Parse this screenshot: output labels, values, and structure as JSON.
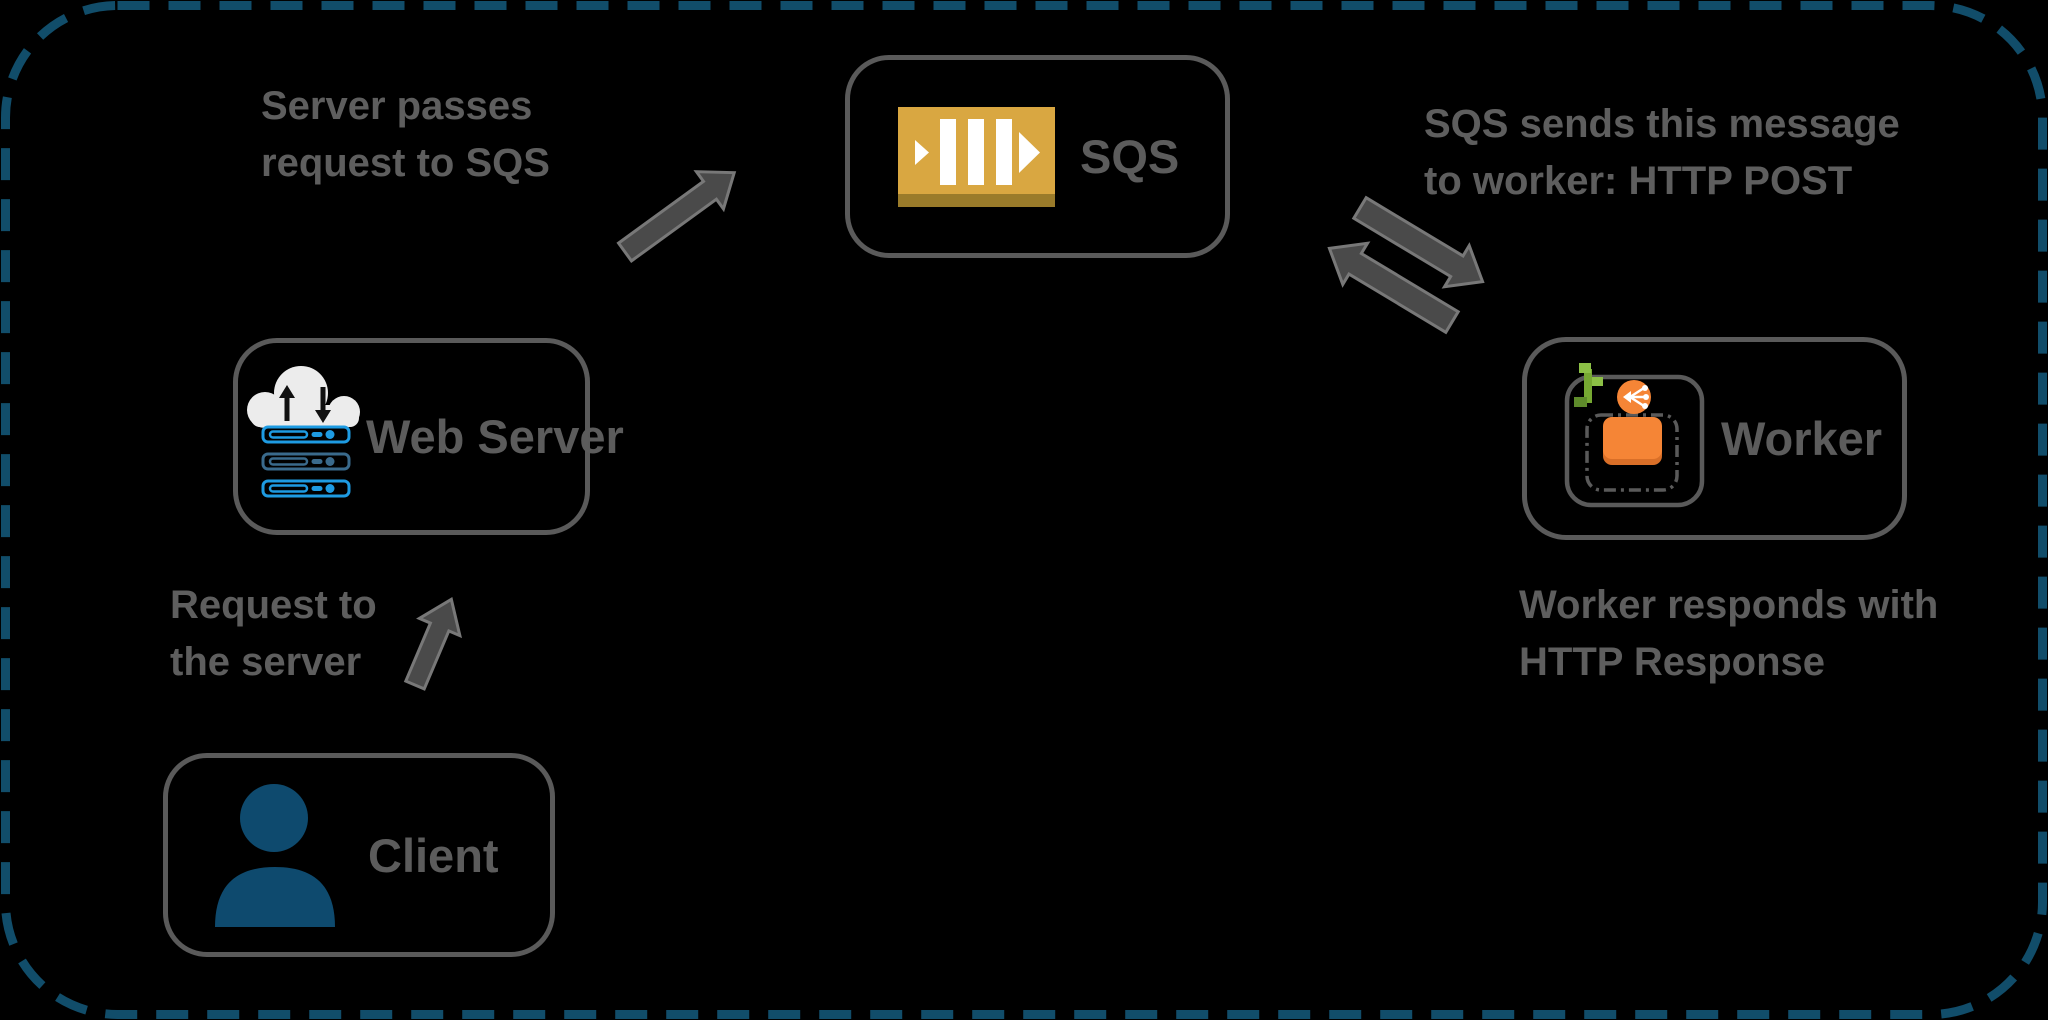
{
  "diagram": {
    "title": "SQS worker architecture diagram",
    "nodes": [
      {
        "id": "client",
        "label": "Client",
        "icon": "person-icon"
      },
      {
        "id": "web-server",
        "label": "Web Server",
        "icon": "cloud-server-icon"
      },
      {
        "id": "sqs",
        "label": "SQS",
        "icon": "sqs-queue-icon"
      },
      {
        "id": "worker",
        "label": "Worker",
        "icon": "beanstalk-worker-icon"
      }
    ],
    "annotations": {
      "request_to_server": {
        "line1": "Request to",
        "line2": "the server"
      },
      "server_passes": {
        "line1": "Server passes",
        "line2": "request to SQS"
      },
      "sqs_sends": {
        "line1": "SQS sends this message",
        "line2": "to worker: HTTP POST"
      },
      "worker_responds": {
        "line1": "Worker responds with",
        "line2": "HTTP Response"
      }
    },
    "edges": [
      {
        "from": "client",
        "to": "web-server",
        "label": "Request to the server"
      },
      {
        "from": "web-server",
        "to": "sqs",
        "label": "Server passes request to SQS"
      },
      {
        "from": "sqs",
        "to": "worker",
        "label": "SQS sends this message to worker: HTTP POST"
      },
      {
        "from": "worker",
        "to": "sqs",
        "label": "Worker responds with HTTP Response"
      }
    ],
    "colors": {
      "background": "#000000",
      "boundary_dash": "#114d6a",
      "node_border": "#5a5a5a",
      "label_gray": "#5e5e5e",
      "arrow_fill": "#4a4a4a",
      "arrow_outline": "#787878",
      "sqs_gold": "#D9A741",
      "sqs_gold_dark": "#9A7B2A",
      "client_navy": "#0e4a6e",
      "server_blue": "#1E9BE2",
      "server_blue_muted": "#3A6A8C",
      "cloud_white": "#ececec",
      "worker_orange": "#F58536",
      "worker_orange_dark": "#D96F28",
      "beanstalk_green": "#8CC046"
    }
  }
}
